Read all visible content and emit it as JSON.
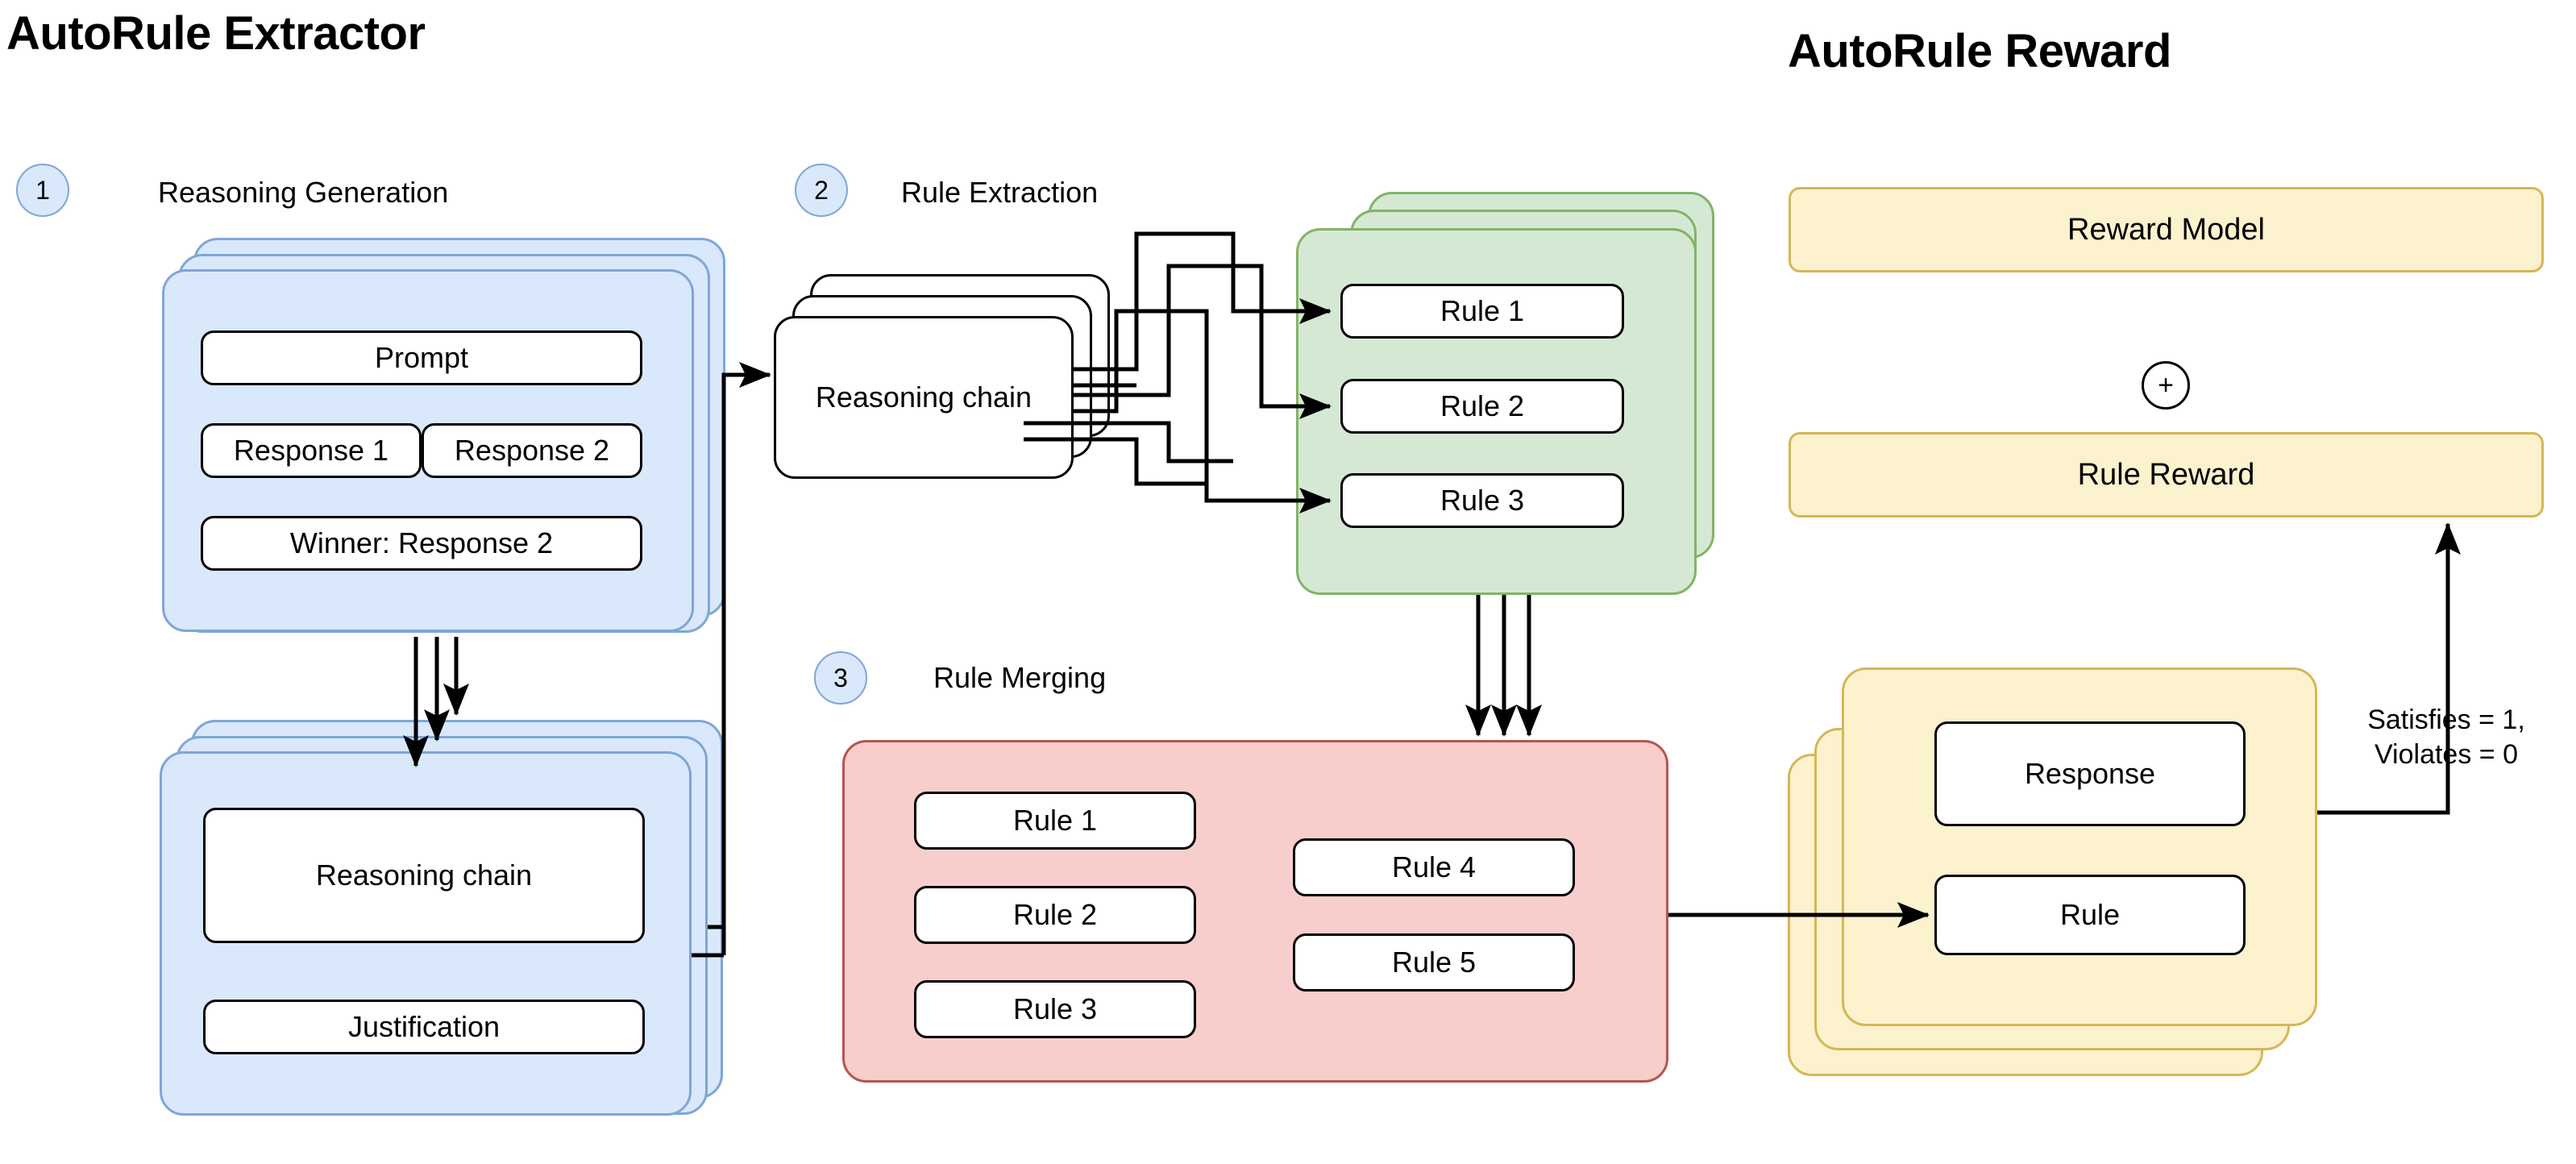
{
  "titles": {
    "left": "AutoRule Extractor",
    "right": "AutoRule Reward"
  },
  "steps": [
    {
      "number": "1",
      "label": "Reasoning Generation"
    },
    {
      "number": "2",
      "label": "Rule Extraction"
    },
    {
      "number": "3",
      "label": "Rule Merging"
    }
  ],
  "extractor": {
    "step1": {
      "top_card": {
        "prompt": "Prompt",
        "response_1": "Response 1",
        "response_2": "Response 2",
        "winner": "Winner: Response 2"
      },
      "bottom_card": {
        "reasoning_chain": "Reasoning chain",
        "justification": "Justification"
      }
    },
    "step2": {
      "reasoning_chain": "Reasoning chain",
      "rules": [
        "Rule 1",
        "Rule 2",
        "Rule 3"
      ]
    },
    "step3": {
      "rules_left": [
        "Rule 1",
        "Rule 2",
        "Rule 3"
      ],
      "rules_right": [
        "Rule 4",
        "Rule 5"
      ]
    }
  },
  "reward": {
    "reward_model": "Reward Model",
    "operator": "+",
    "rule_reward": "Rule Reward",
    "instance": {
      "response": "Response",
      "rule": "Rule"
    },
    "edge_label_line1": "Satisfies = 1,",
    "edge_label_line2": "Violates = 0"
  },
  "colors": {
    "blue_fill": "#dae8fc",
    "blue_stroke": "#7ea6d9",
    "green_fill": "#d5e8d4",
    "green_stroke": "#82b366",
    "pink_fill": "#f8cecc",
    "pink_stroke": "#b85450",
    "yellow_fill": "#fdf2ce",
    "yellow_stroke": "#d6b656",
    "line": "#000000",
    "background": "#ffffff"
  }
}
